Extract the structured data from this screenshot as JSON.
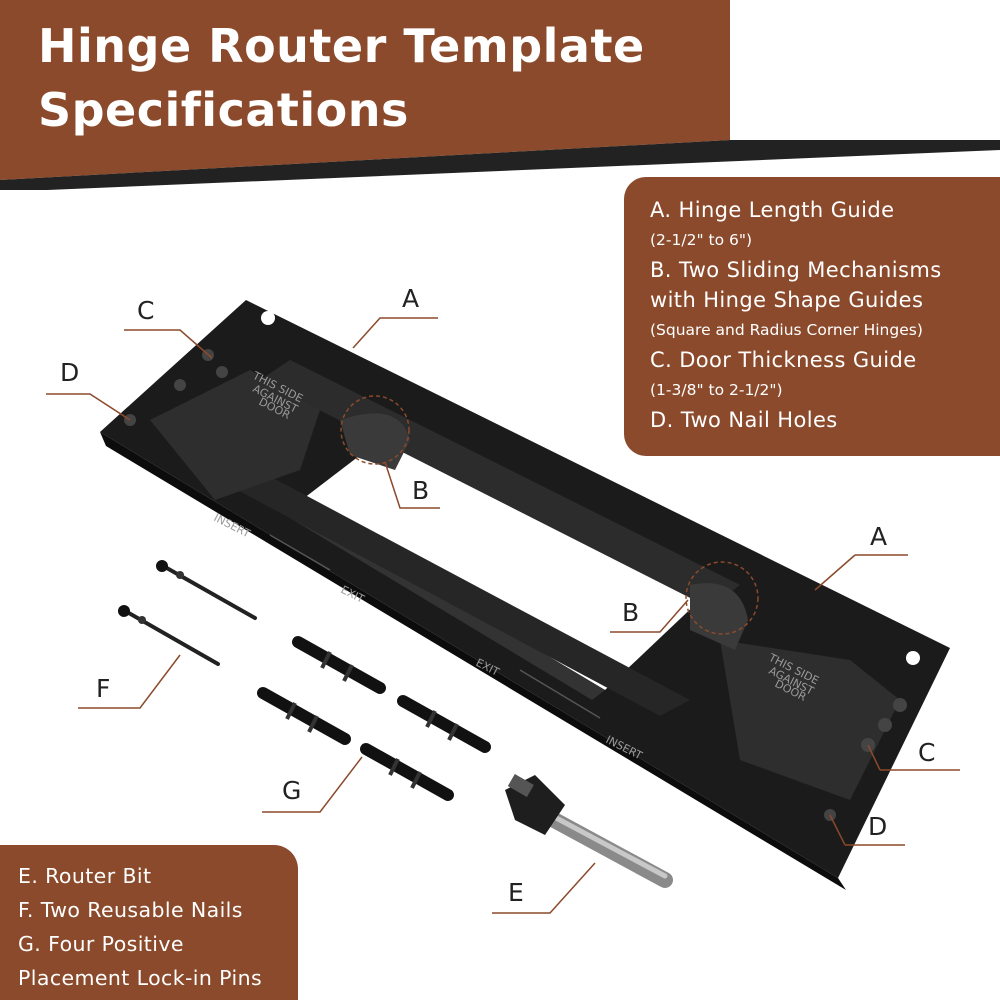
{
  "title": {
    "line1": "Hinge Router Template",
    "line2": "Specifications"
  },
  "right_box": {
    "a_label": "A. Hinge Length Guide",
    "a_range": "(2-1/2\" to 6\")",
    "b_label1": "B. Two Sliding Mechanisms",
    "b_label2": "with Hinge Shape Guides",
    "b_note": "(Square and Radius Corner Hinges)",
    "c_label": "C. Door Thickness Guide",
    "c_range": "(1-3/8\" to 2-1/2\")",
    "d_label": "D. Two Nail Holes"
  },
  "left_box": {
    "e_label": "E. Router Bit",
    "f_label": "F. Two Reusable Nails",
    "g_label1": "G. Four Positive",
    "g_label2": "Placement Lock-in Pins"
  },
  "callouts": {
    "a": "A",
    "b": "B",
    "c": "C",
    "d": "D",
    "e": "E",
    "f": "F",
    "g": "G"
  },
  "template_markings": {
    "this_side_line1": "THIS SIDE",
    "this_side_line2": "AGAINST",
    "this_side_line3": "DOOR",
    "insert": "INSERT",
    "exit": "EXIT"
  },
  "colors": {
    "brand_brown": "#8b4a2b",
    "banner_shadow": "#222222",
    "template_black": "#1b1b1b",
    "callout_line": "#8b4a2b"
  }
}
